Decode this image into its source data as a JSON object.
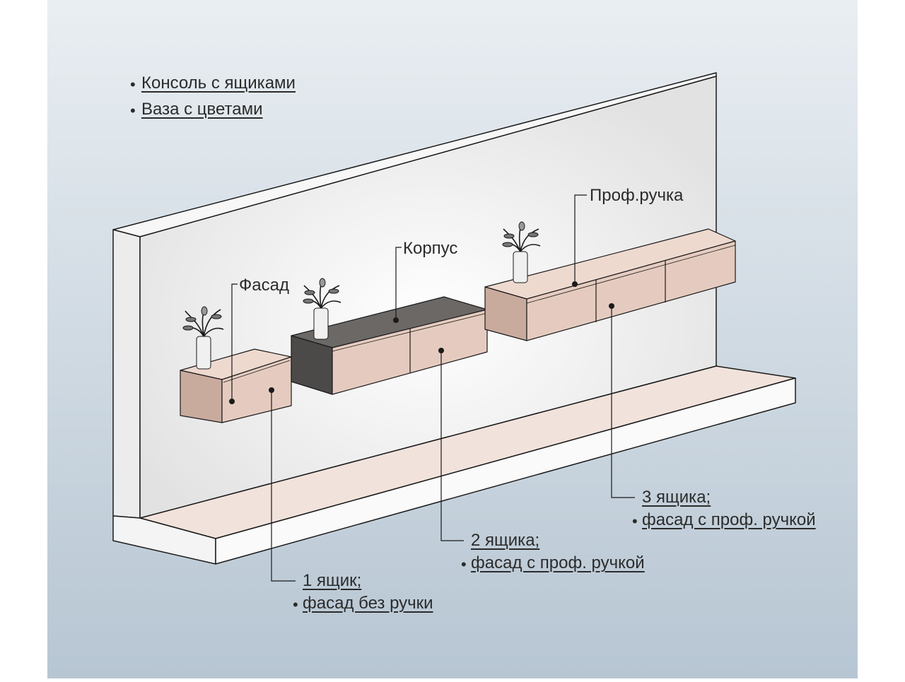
{
  "legend": {
    "items": [
      {
        "label": "Консоль с ящиками"
      },
      {
        "label": "Ваза с цветами"
      }
    ]
  },
  "callouts": {
    "facade": "Фасад",
    "korpus": "Корпус",
    "handle": "Проф.ручка"
  },
  "notes": {
    "one": [
      "1 ящик;",
      "фасад без ручки"
    ],
    "two": [
      "2 ящика;",
      "фасад с проф. ручкой"
    ],
    "three": [
      "3 ящика;",
      "фасад с проф. ручкой"
    ]
  },
  "colors": {
    "background": "#b7c6d3",
    "wall": "#f3f3f3",
    "wood": "#e5cbbf",
    "wood_dark": "#c9ab9e",
    "carcass": "#5d5a58",
    "line": "#1a1a1a"
  }
}
